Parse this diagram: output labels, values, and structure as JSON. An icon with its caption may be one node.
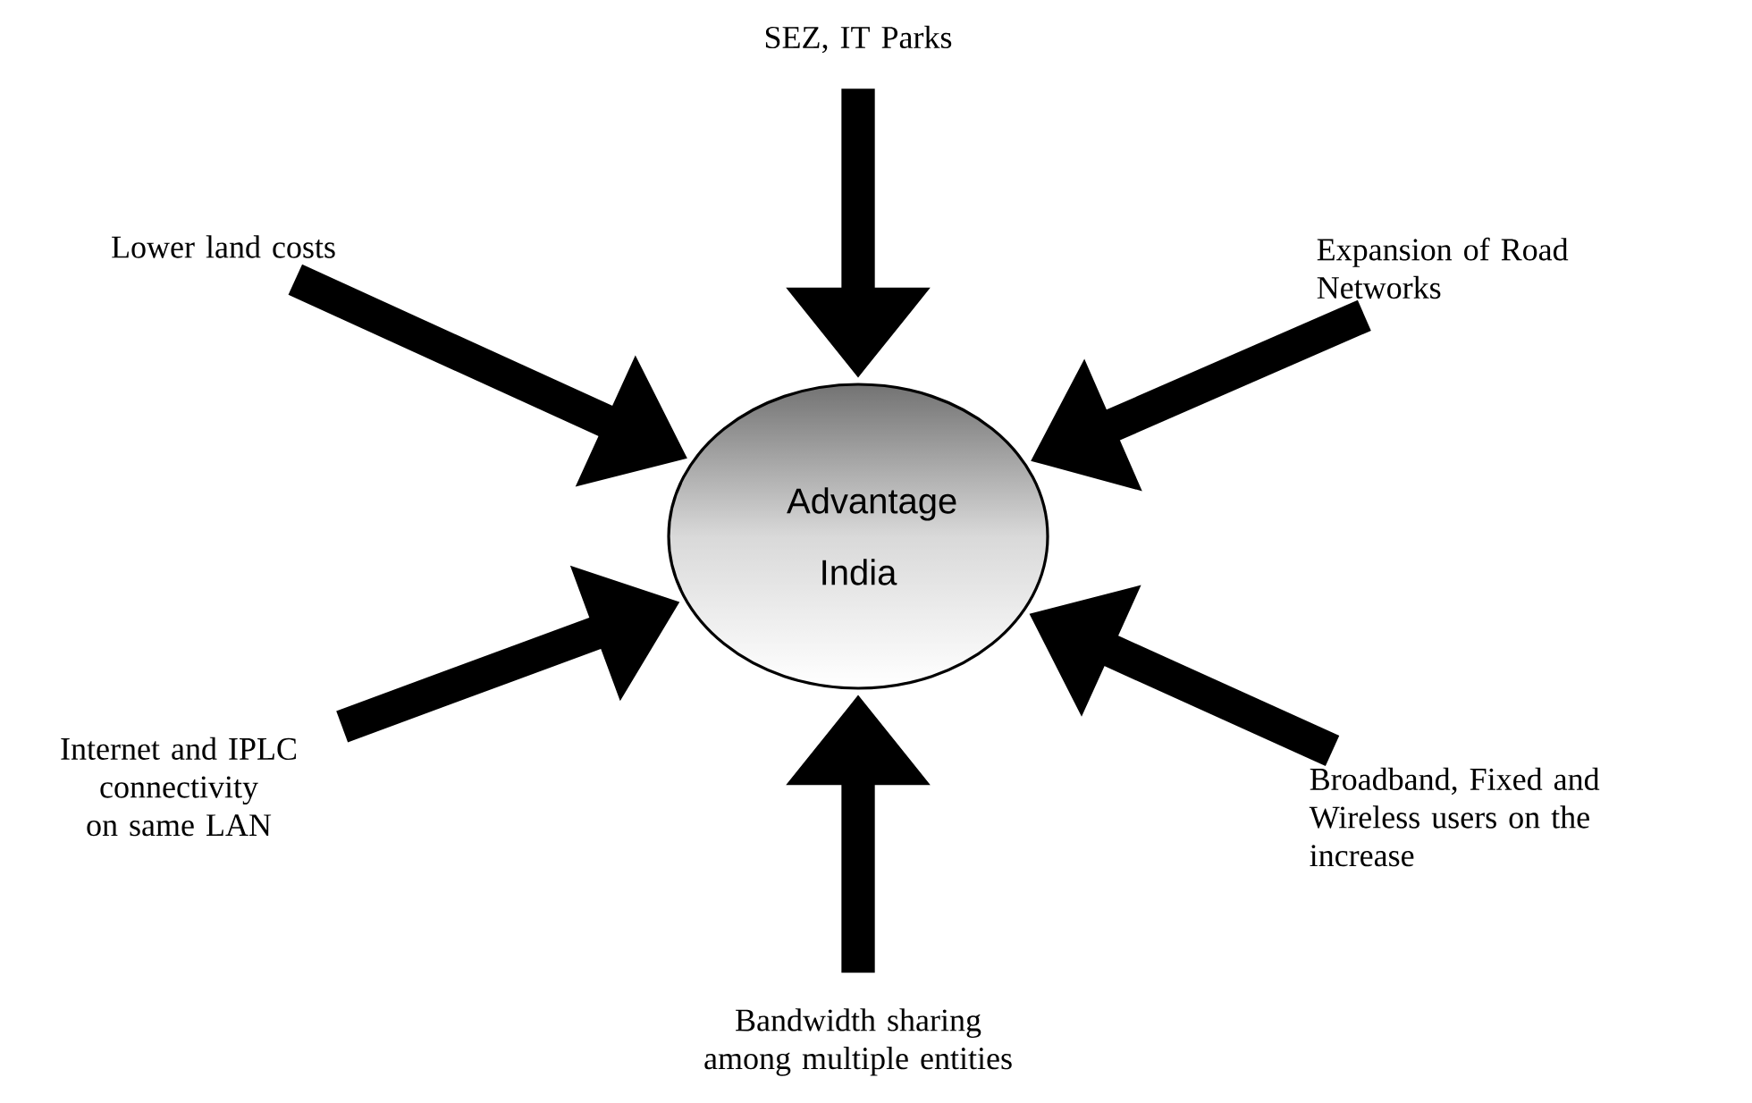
{
  "diagram": {
    "nodes": [
      {
        "text": [
          "Advantage India"
        ]
      },
      {
        "text": [
          "SEZ, IT Parks"
        ]
      },
      {
        "text": [
          "Lower land costs"
        ]
      },
      {
        "text": [
          "Expansion of Road Networks"
        ]
      },
      {
        "text": [
          "Internet and IPLC connectivity on same LAN"
        ]
      },
      {
        "text": [
          "Broadband, Fixed and Wireless users on the increase"
        ]
      },
      {
        "text": [
          "Bandwidth sharing among multiple entities"
        ]
      }
    ],
    "edges": [
      {
        "from": 1,
        "to": 0,
        "arrow": "to"
      },
      {
        "from": 2,
        "to": 0,
        "arrow": "to"
      },
      {
        "from": 3,
        "to": 0,
        "arrow": "to"
      },
      {
        "from": 4,
        "to": 0,
        "arrow": "to"
      },
      {
        "from": 5,
        "to": 0,
        "arrow": "to"
      },
      {
        "from": 6,
        "to": 0,
        "arrow": "to"
      }
    ]
  }
}
